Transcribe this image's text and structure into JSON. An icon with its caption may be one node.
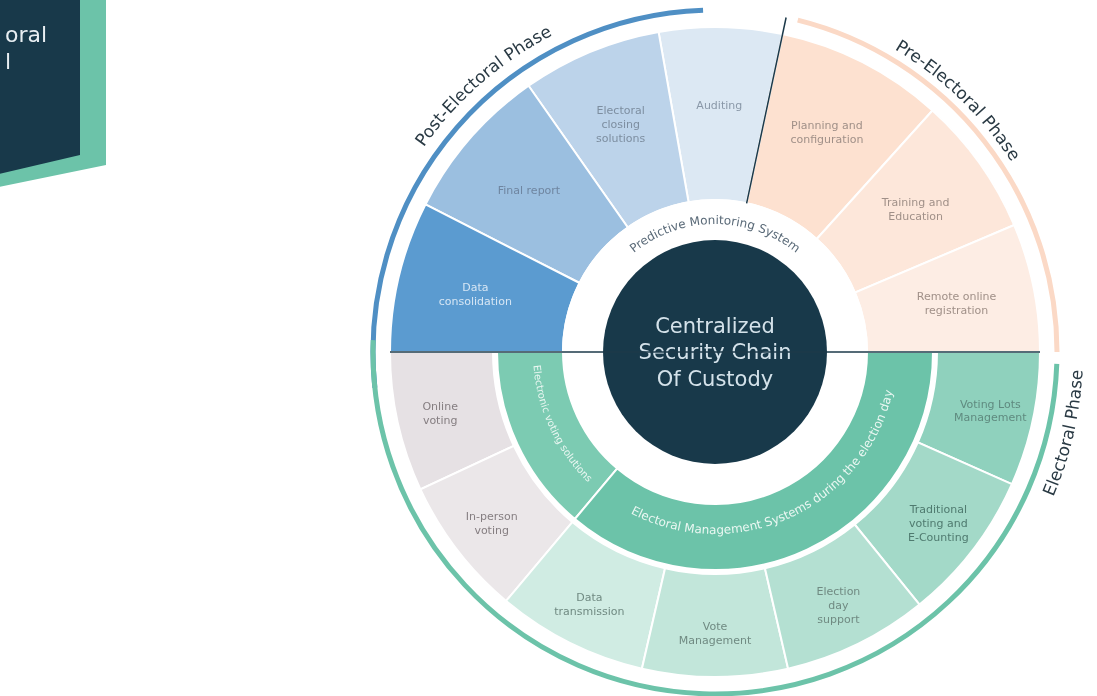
{
  "diagram": {
    "nodes": [
      {
        "text": [
          "oral l"
        ]
      },
      {
        "text": [
          "Auditing"
        ]
      },
      {
        "text": [
          "Electoral closing solutions"
        ]
      },
      {
        "text": [
          "Final report"
        ]
      },
      {
        "text": [
          "Data consolidation"
        ]
      },
      {
        "text": [
          "Planning and configuration"
        ]
      },
      {
        "text": [
          "Training and Education"
        ]
      },
      {
        "text": [
          "Remote online registration"
        ]
      },
      {
        "text": [
          "Predictive Monitoring System"
        ]
      },
      {
        "text": [
          "Centralized Security Chain Of Custody"
        ]
      },
      {
        "text": [
          "Electronic voting solutions"
        ]
      },
      {
        "text": [
          "Electoral Management Systems during the election day"
        ]
      },
      {
        "text": [
          "Online voting"
        ]
      },
      {
        "text": [
          "In-person voting"
        ]
      },
      {
        "text": [
          "Voting Lots Management"
        ]
      },
      {
        "text": [
          "Traditional voting and E-Counting"
        ]
      },
      {
        "text": [
          "Data transmission"
        ]
      },
      {
        "text": [
          "Vote Management"
        ]
      },
      {
        "text": [
          "Election day support"
        ]
      }
    ],
    "labels": [
      "Post-Electoral Phase",
      "Pre-Electoral Phase",
      "Electoral Phase"
    ]
  }
}
